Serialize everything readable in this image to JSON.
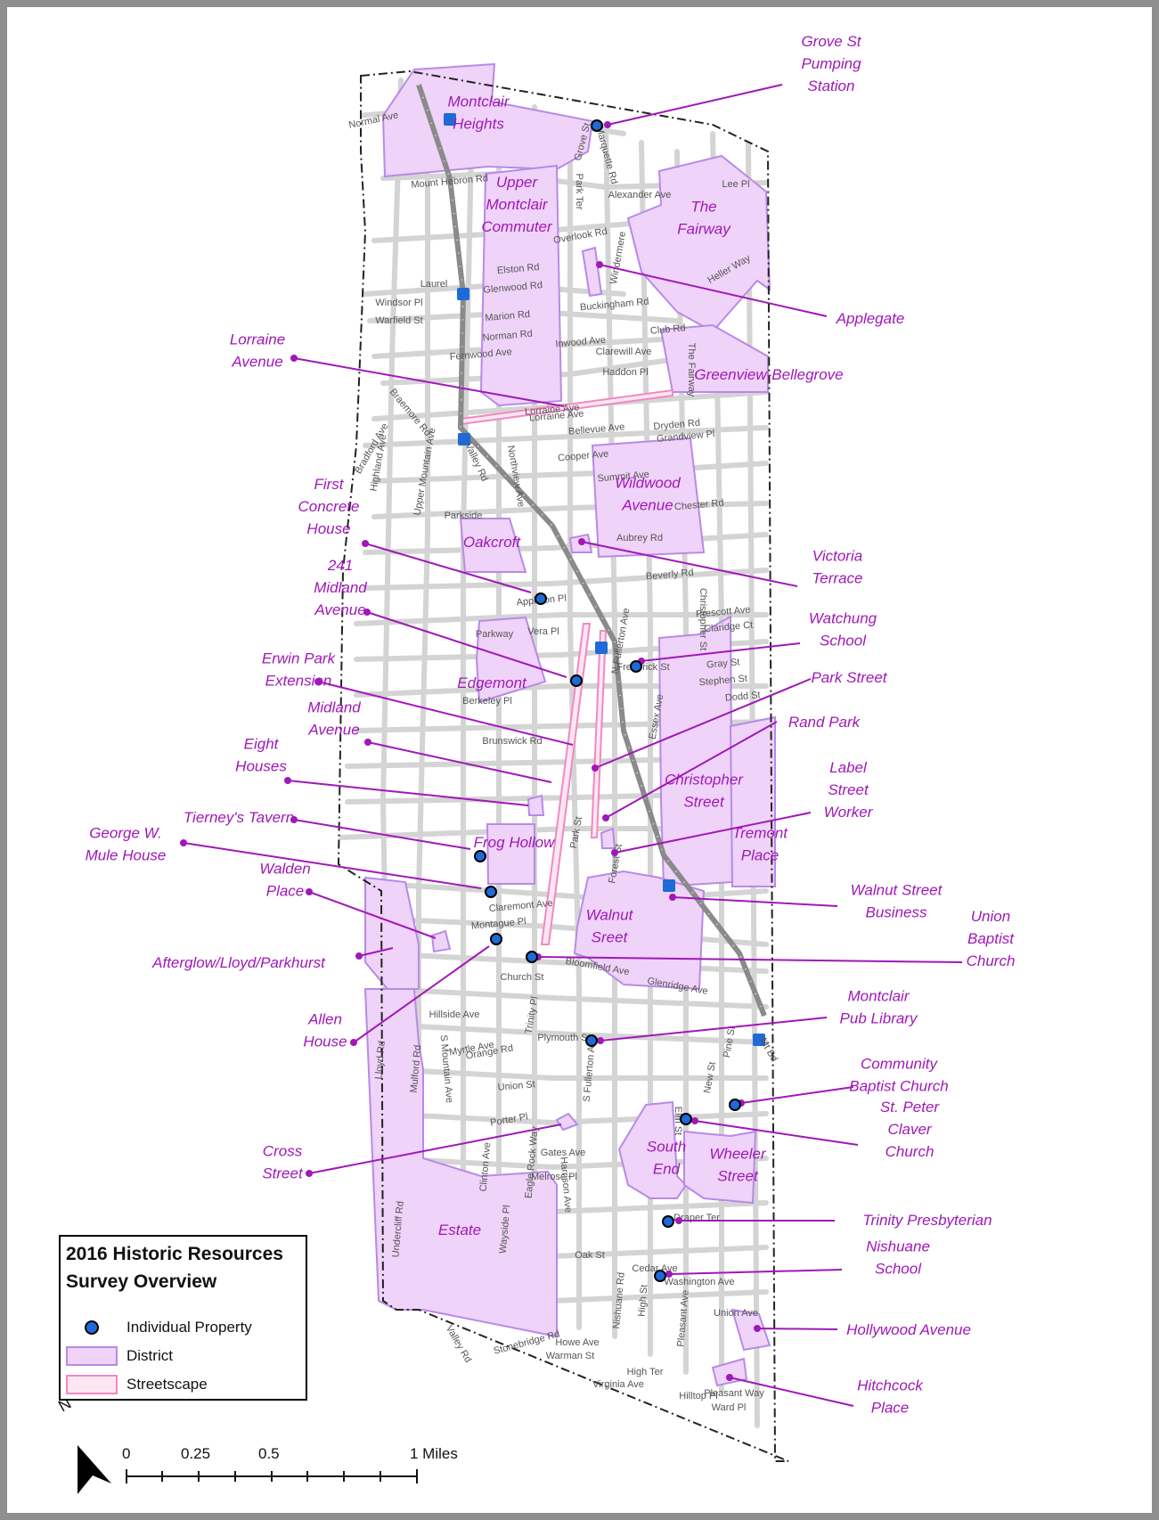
{
  "legend": {
    "title_line1": "2016 Historic Resources",
    "title_line2": "Survey Overview",
    "items": [
      {
        "label": "Individual Property"
      },
      {
        "label": "District"
      },
      {
        "label": "Streetscape"
      }
    ]
  },
  "scalebar": {
    "north": "N",
    "ticks": [
      "0",
      "0.25",
      "0.5",
      "1 Miles"
    ]
  },
  "colors": {
    "district_fill": "#efd3f8",
    "district_stroke": "#b88ae6",
    "streetscape": "#f08ac0",
    "callout": "#a018b8",
    "property_dot": "#1e6ad6",
    "rail_station": "#1e6ad6"
  },
  "streets": [
    "Normal Ave",
    "Mount Hebron Rd",
    "Grove St",
    "Marquette Rd",
    "Park Ter",
    "Alexander Ave",
    "Lee Pl",
    "Overlook Rd",
    "Windermere",
    "Elston Rd",
    "Laurel",
    "Glenwood Rd",
    "Windsor Pl",
    "Warfield St",
    "Marion Rd",
    "Buckingham Rd",
    "Norman Rd",
    "Inwood Ave",
    "Clarewill Ave",
    "Club Rd",
    "Fernwood Ave",
    "Haddon Pl",
    "The Fairway",
    "Heller Way",
    "Lorraine Ave",
    "Braemore Rd",
    "Bradford Ave",
    "Highland Ave",
    "Upper Mountain Ave",
    "Valley Rd",
    "Northview Ave",
    "Bellevue Ave",
    "Dryden Rd",
    "Grandview Pl",
    "Cooper Ave",
    "Summit Ave",
    "Chester Rd",
    "Parkside",
    "Aubrey Rd",
    "Appleton Pl",
    "Beverly Rd",
    "N Fullerton Ave",
    "Christopher St",
    "Prescott Ave",
    "Claridge Ct",
    "Parkway",
    "Vera Pl",
    "Frederick St",
    "Gray St",
    "Stephen St",
    "Dodd St",
    "Berkeley Pl",
    "Essex Ave",
    "Brunswick Rd",
    "Park St",
    "Forest St",
    "Claremont Ave",
    "Montague Pl",
    "Bloomfield Ave",
    "Glenridge Ave",
    "Church St",
    "Hillside Ave",
    "Trinity Pl",
    "Orange Rd",
    "Myrtle Ave",
    "Plymouth St",
    "S Fullerton Ave",
    "Union St",
    "Pine St",
    "New St",
    "Elm St",
    "Porter Pl",
    "Gates Ave",
    "Clinton Ave",
    "Melrose Pl",
    "Eagle Rock Way",
    "Harrison Ave",
    "Draper Ter",
    "Oak St",
    "Lloyd Rd",
    "Mulford Rd",
    "S Mountain Ave",
    "Undercliff Rd",
    "Wayside Pl",
    "Cedar Ave",
    "Washington Ave",
    "Nishuane Rd",
    "High St",
    "Pleasant Ave",
    "Union Ave",
    "Howe Ave",
    "Warman St",
    "Stonebridge Rd",
    "Virginia Ave",
    "Hilltop Pl",
    "Ward Pl",
    "Pleasant Way",
    "High Ter",
    "Valley Rd",
    "Mt Bd",
    "Lorraine Ave"
  ],
  "callouts": [
    {
      "id": "grove-st",
      "lines": [
        "Grove St",
        "Pumping",
        "Station"
      ]
    },
    {
      "id": "montclair-heights",
      "lines": [
        "Montclair",
        "Heights"
      ]
    },
    {
      "id": "upper-montclair",
      "lines": [
        "Upper",
        "Montclair",
        "Commuter"
      ]
    },
    {
      "id": "the-fairway",
      "lines": [
        "The",
        "Fairway"
      ]
    },
    {
      "id": "applegate",
      "lines": [
        "Applegate"
      ]
    },
    {
      "id": "lorraine",
      "lines": [
        "Lorraine",
        "Avenue"
      ]
    },
    {
      "id": "greenview",
      "lines": [
        "Greenview-Bellegrove"
      ]
    },
    {
      "id": "wildwood",
      "lines": [
        "Wildwood",
        "Avenue"
      ]
    },
    {
      "id": "first-concrete",
      "lines": [
        "First",
        "Concrete",
        "House"
      ]
    },
    {
      "id": "oakcroft",
      "lines": [
        "Oakcroft"
      ]
    },
    {
      "id": "victoria",
      "lines": [
        "Victoria",
        "Terrace"
      ]
    },
    {
      "id": "241-midland",
      "lines": [
        "241",
        "Midland",
        "Avenue"
      ]
    },
    {
      "id": "watchung",
      "lines": [
        "Watchung",
        "School"
      ]
    },
    {
      "id": "erwin",
      "lines": [
        "Erwin Park",
        "Extension"
      ]
    },
    {
      "id": "park-street",
      "lines": [
        "Park Street"
      ]
    },
    {
      "id": "edgemont",
      "lines": [
        "Edgemont"
      ]
    },
    {
      "id": "midland",
      "lines": [
        "Midland",
        "Avenue"
      ]
    },
    {
      "id": "rand",
      "lines": [
        "Rand Park"
      ]
    },
    {
      "id": "eight-houses",
      "lines": [
        "Eight",
        "Houses"
      ]
    },
    {
      "id": "christopher",
      "lines": [
        "Christopher",
        "Street"
      ]
    },
    {
      "id": "label-street",
      "lines": [
        "Label",
        "Street",
        "Worker"
      ]
    },
    {
      "id": "tierneys",
      "lines": [
        "Tierney's Tavern"
      ]
    },
    {
      "id": "frog-hollow",
      "lines": [
        "Frog Hollow"
      ]
    },
    {
      "id": "tremont",
      "lines": [
        "Tremont",
        "Place"
      ]
    },
    {
      "id": "mule",
      "lines": [
        "George W.",
        "Mule House"
      ]
    },
    {
      "id": "walden",
      "lines": [
        "Walden",
        "Place"
      ]
    },
    {
      "id": "walnut-business",
      "lines": [
        "Walnut Street",
        "Business"
      ]
    },
    {
      "id": "walnut-sreet",
      "lines": [
        "Walnut",
        "Sreet"
      ]
    },
    {
      "id": "union-baptist",
      "lines": [
        "Union",
        "Baptist",
        "Church"
      ]
    },
    {
      "id": "afterglow",
      "lines": [
        "Afterglow/Lloyd/Parkhurst"
      ]
    },
    {
      "id": "allen",
      "lines": [
        "Allen",
        "House"
      ]
    },
    {
      "id": "library",
      "lines": [
        "Montclair",
        "Pub Library"
      ]
    },
    {
      "id": "community-baptist",
      "lines": [
        "Community",
        "Baptist Church"
      ]
    },
    {
      "id": "st-peter",
      "lines": [
        "St. Peter",
        "Claver",
        "Church"
      ]
    },
    {
      "id": "cross",
      "lines": [
        "Cross",
        "Street"
      ]
    },
    {
      "id": "south-end",
      "lines": [
        "South",
        "End"
      ]
    },
    {
      "id": "wheeler",
      "lines": [
        "Wheeler",
        "Street"
      ]
    },
    {
      "id": "trinity",
      "lines": [
        "Trinity Presbyterian"
      ]
    },
    {
      "id": "estate",
      "lines": [
        "Estate"
      ]
    },
    {
      "id": "nishuane",
      "lines": [
        "Nishuane",
        "School"
      ]
    },
    {
      "id": "hollywood",
      "lines": [
        "Hollywood Avenue"
      ]
    },
    {
      "id": "hitchcock",
      "lines": [
        "Hitchcock",
        "Place"
      ]
    }
  ]
}
